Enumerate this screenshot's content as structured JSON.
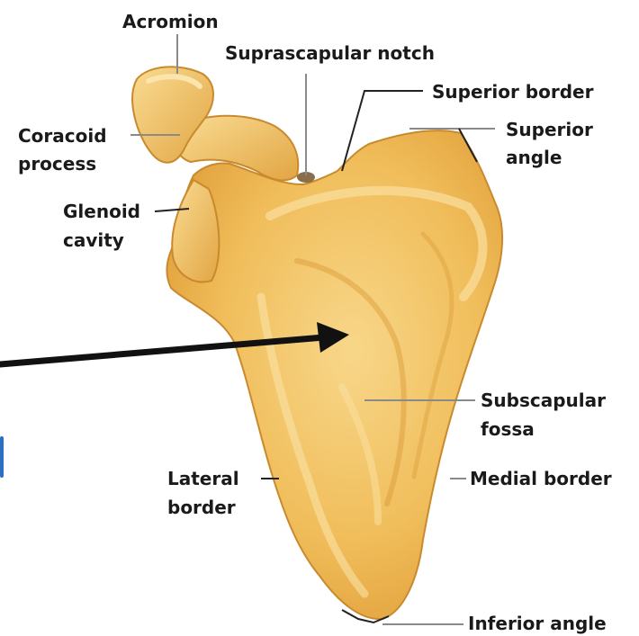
{
  "labels": {
    "acromion": "Acromion",
    "suprascapular_notch": "Suprascapular notch",
    "superior_border": "Superior border",
    "superior_angle_1": "Superior",
    "superior_angle_2": "angle",
    "coracoid_1": "Coracoid",
    "coracoid_2": "process",
    "glenoid_1": "Glenoid",
    "glenoid_2": "cavity",
    "subscapular_1": "Subscapular",
    "subscapular_2": "fossa",
    "lateral_1": "Lateral",
    "lateral_2": "border",
    "medial_border": "Medial border",
    "inferior_angle": "Inferior angle"
  },
  "colors": {
    "bone_fill": "#f0bd5a",
    "bone_light": "#f7d88c",
    "bone_shadow": "#d99a35",
    "bone_outline": "#c98a2e",
    "leader": "#8a8a8a",
    "arrow": "#111111"
  }
}
